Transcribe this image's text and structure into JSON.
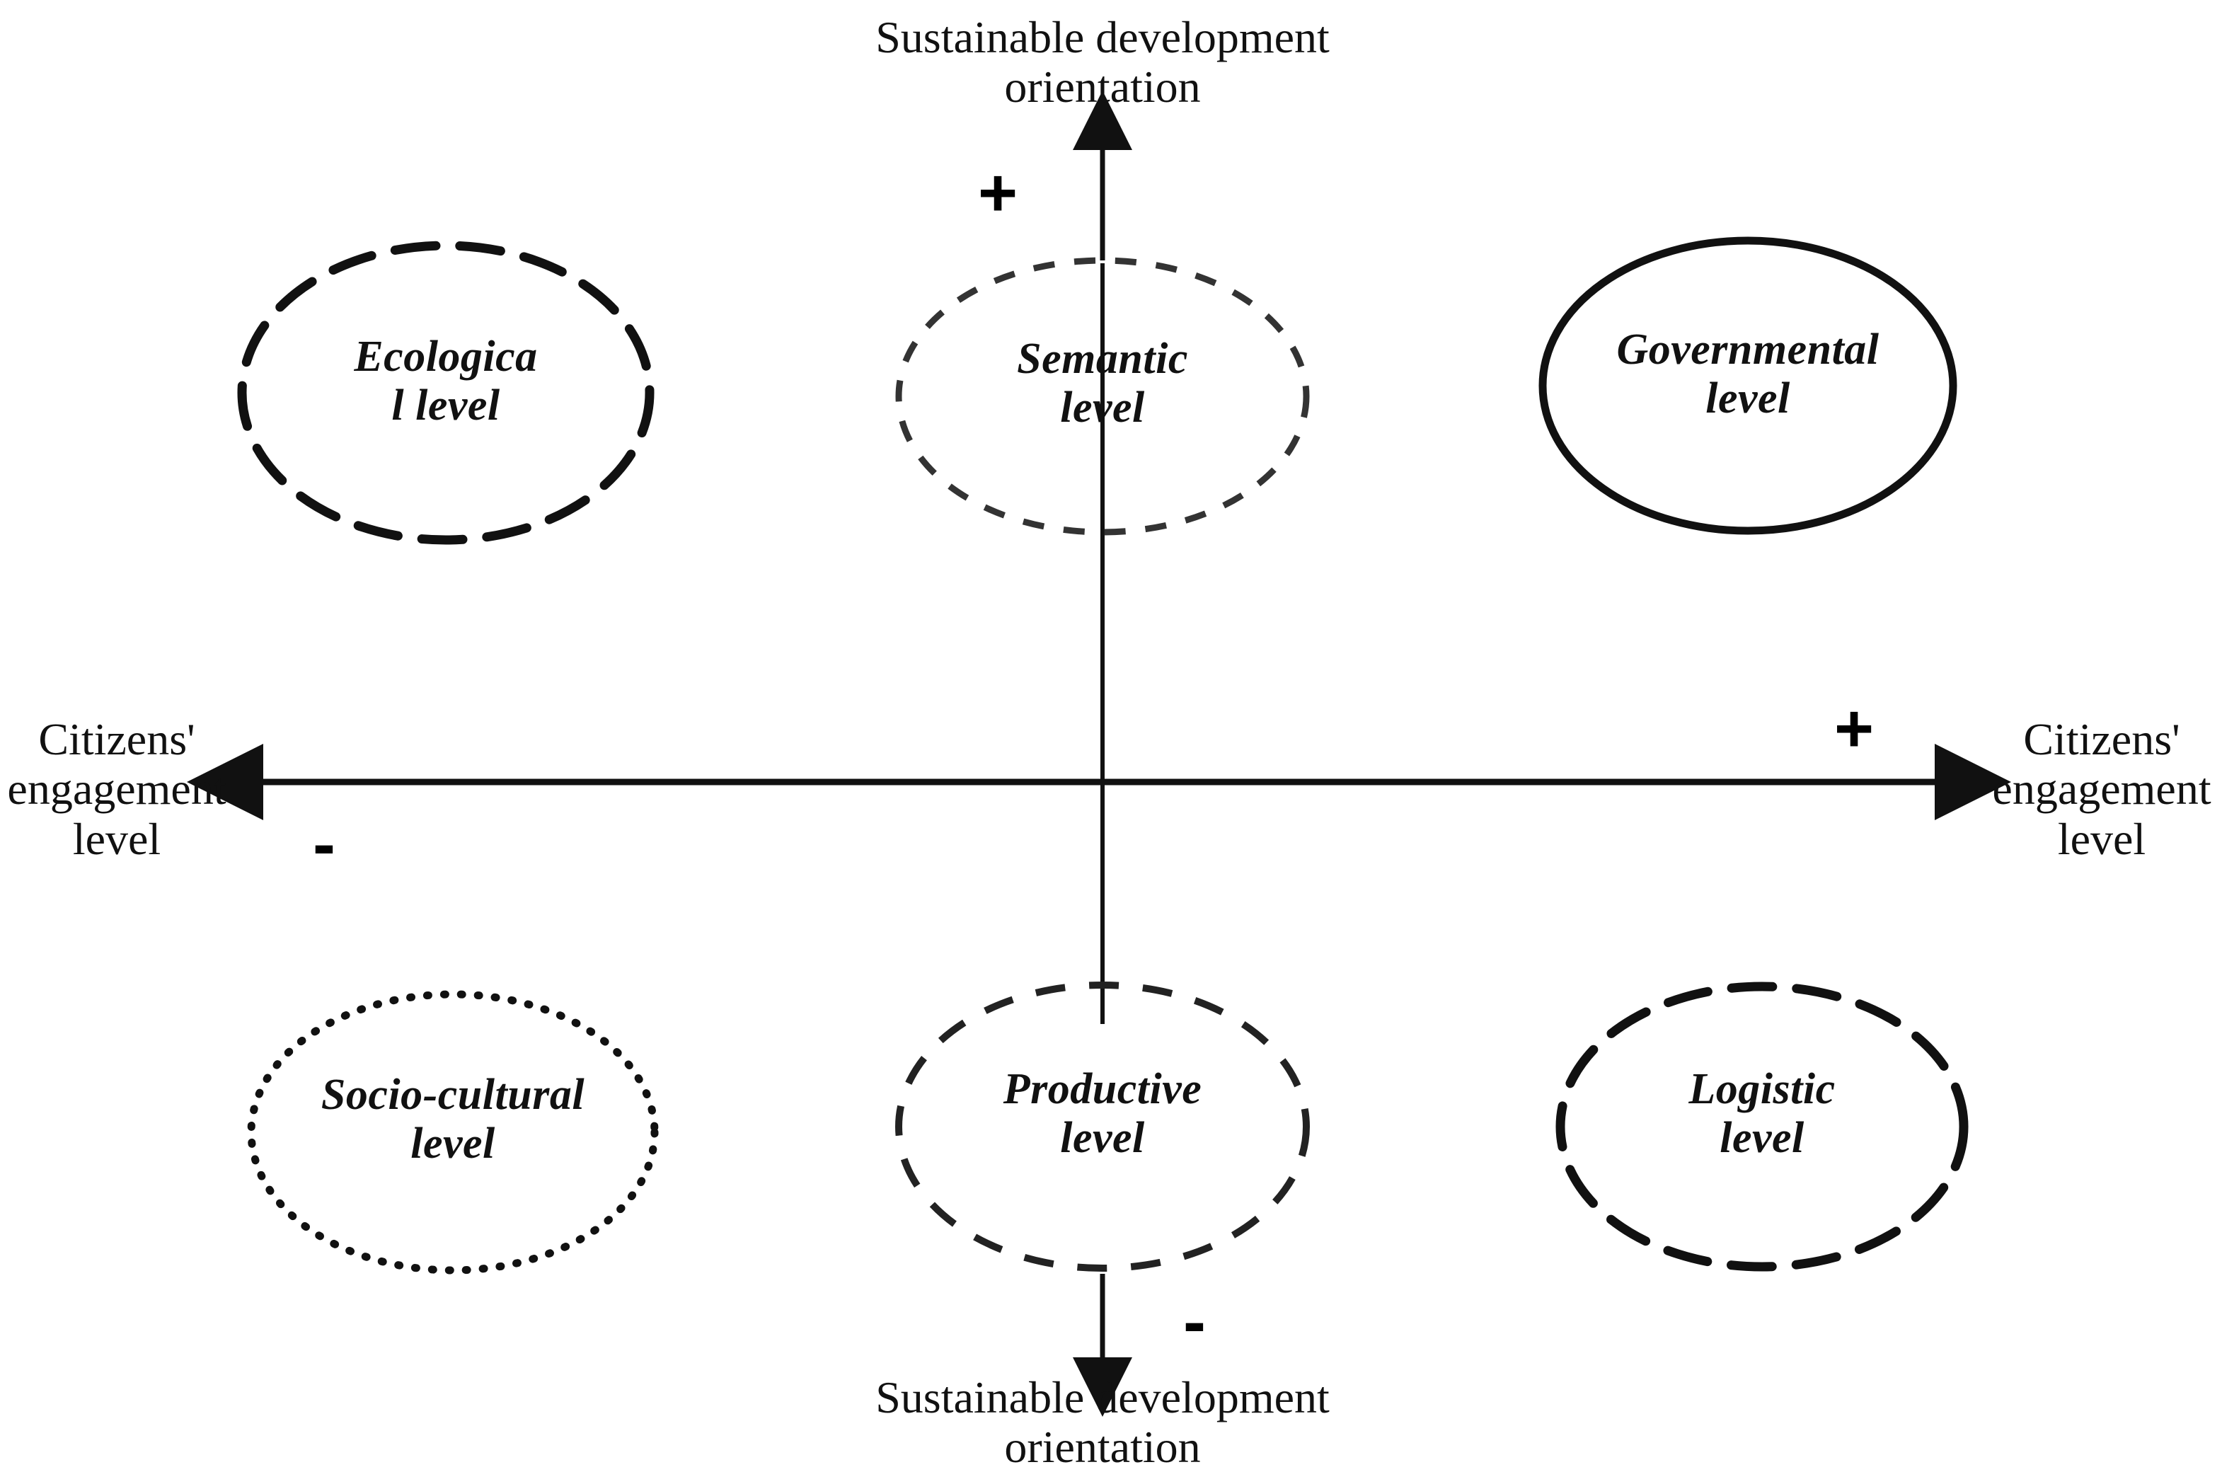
{
  "diagram": {
    "title_top": "Sustainable development orientation",
    "title_bottom": "Sustainable development orientation",
    "axis_label_left": "Citizens' engagement level",
    "axis_label_right": "Citizens' engagement level",
    "signs": {
      "vertical_positive": "+",
      "vertical_negative": "-",
      "horizontal_positive": "+",
      "horizontal_negative": "-"
    },
    "nodes": [
      {
        "id": "ecological",
        "line1": "Ecologica",
        "line2": "l level",
        "border": "dashed-bold",
        "quadrant": "top-left"
      },
      {
        "id": "semantic",
        "line1": "Semantic",
        "line2": "level",
        "border": "dashed-fine",
        "quadrant": "top-center"
      },
      {
        "id": "governmental",
        "line1": "Governmental",
        "line2": "level",
        "border": "solid",
        "quadrant": "top-right"
      },
      {
        "id": "socio-cultural",
        "line1": "Socio-cultural",
        "line2": "level",
        "border": "dotted",
        "quadrant": "bottom-left"
      },
      {
        "id": "productive",
        "line1": "Productive",
        "line2": "level",
        "border": "dashed-medium",
        "quadrant": "bottom-center"
      },
      {
        "id": "logistic",
        "line1": "Logistic",
        "line2": "level",
        "border": "dashed-bold",
        "quadrant": "bottom-right"
      }
    ],
    "colors": {
      "stroke": "#111111",
      "background": "#ffffff",
      "text": "#111111"
    }
  }
}
